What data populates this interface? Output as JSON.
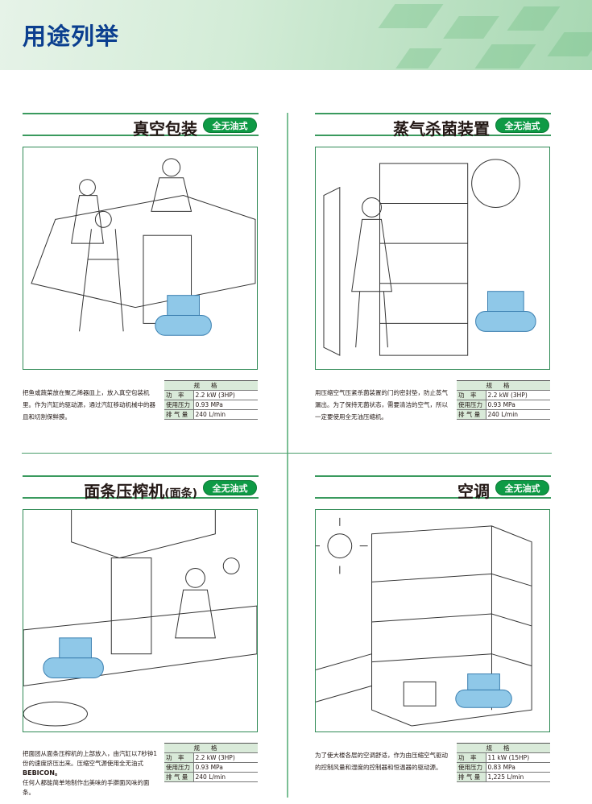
{
  "header": {
    "title": "用途列举"
  },
  "spec_header": "规格",
  "spec_labels": {
    "power": "功　率",
    "pressure": "使用压力",
    "flow": "排 气 量"
  },
  "accent": "#0e9a45",
  "panels": [
    {
      "title": "真空包装",
      "badge": "全无油式",
      "desc": "把鱼或蔬菜放在聚乙烯器皿上，放入真空包装机里。作为汽缸的驱动源，通过汽缸移动机械中的器皿和切割保鲜膜。",
      "power": "2.2 kW (3HP)",
      "pressure": "0.93 MPa",
      "flow": "240 L/min"
    },
    {
      "title": "蒸气杀菌装置",
      "badge": "全无油式",
      "desc": "用压缩空气压紧杀菌装置的门的密封垫，防止蒸气漏出。为了保持无菌状态，需要清洁的空气，所以一定要使用全无油压缩机。",
      "power": "2.2 kW (3HP)",
      "pressure": "0.93 MPa",
      "flow": "240 L/min"
    },
    {
      "title": "面条压榨机",
      "title_sub": "(面条)",
      "badge": "全无油式",
      "desc": "把面团从面条压榨机的上部放入，由汽缸以7秒钟1份的速度挤压出来。压缩空气源使用全无油式",
      "desc_brand": "BEBICON。",
      "desc2": "任何人都能简单地制作出美味的手擀面风味的面条。",
      "power": "2.2 kW (3HP)",
      "pressure": "0.93 MPa",
      "flow": "240 L/min"
    },
    {
      "title": "空调",
      "badge": "全无油式",
      "desc": "为了使大楼各层的空调舒适，作为由压缩空气驱动的控制风量和湿度的控制器和恒温器的驱动源。",
      "power": "11 kW (15HP)",
      "pressure": "0.83 MPa",
      "flow": "1,225 L/min"
    }
  ]
}
